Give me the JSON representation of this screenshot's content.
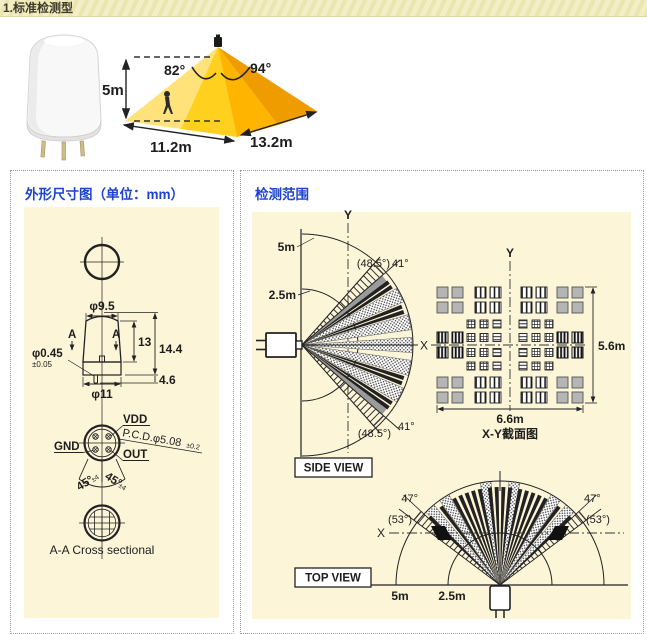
{
  "colors": {
    "accent_blue": "#1d43cf",
    "cream_panel": "#fcf5d8",
    "titlebar_bg": "#f1ecc3",
    "pyramid_light": "#ffe27a",
    "pyramid_mid": "#ffd01e",
    "pyramid_dark": "#ee9c00",
    "zone_gray": "#b5b5b5"
  },
  "header": {
    "title": "1.标准检测型"
  },
  "hero": {
    "pyramid": {
      "height": "5m",
      "angle_left": "82°",
      "angle_right": "94°",
      "width": "11.2m",
      "depth": "13.2m"
    }
  },
  "dims": {
    "title": "外形尺寸图（单位：mm）",
    "top_diameter": "φ9.5",
    "section_a": "A",
    "section_a2": "A",
    "dim_body_h": "13",
    "dim_total_h": "14.4",
    "dim_base_h": "4.6",
    "pin_diameter": "φ0.45",
    "pin_tolerance": "±0.05",
    "body_diameter": "φ11",
    "pin_vdd": "VDD",
    "pcd": "P.C.D.φ5.08",
    "pcd_tolerance": "±0.2",
    "pin_gnd": "GND",
    "pin_out": "OUT",
    "pin_angle_left": "45°",
    "pin_angle_left_tol": "±4",
    "pin_angle_right": "45°",
    "pin_angle_right_tol": "±4",
    "caption": "A-A Cross sectional"
  },
  "range": {
    "title": "检测范围",
    "side": {
      "axis_y": "Y",
      "radius_5m": "5m",
      "radius_2_5m": "2.5m",
      "angle_top_outer": "(48.5°)",
      "angle_top_inner": "41°",
      "angle_bottom_outer": "(48.5°)",
      "angle_bottom_inner": "41°",
      "axis_x": "X",
      "label": "SIDE VIEW"
    },
    "grid": {
      "axis_y": "Y",
      "height": "5.6m",
      "width": "6.6m",
      "caption": "X-Y截面图"
    },
    "top": {
      "axis_x": "X",
      "angle_left": "47°",
      "angle_left_outer": "(53°)",
      "angle_right": "47°",
      "angle_right_outer": "(53°)",
      "radius_5m": "5m",
      "radius_2_5m": "2.5m",
      "label": "TOP VIEW"
    }
  }
}
